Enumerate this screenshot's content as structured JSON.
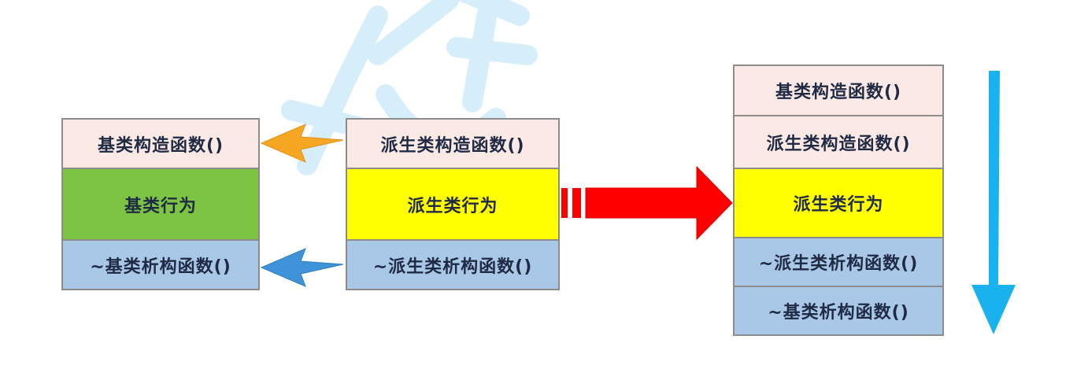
{
  "colors": {
    "pink": "#fbe9e5",
    "green": "#7cc442",
    "yellow": "#ffff00",
    "blue": "#a9c7e7",
    "orange_arrow": "#f5a623",
    "blue_arrow": "#3e93d8",
    "red_arrow": "#ff0000",
    "down_arrow": "#19b2ee"
  },
  "watermark": {
    "text": "比特"
  },
  "base_class": {
    "constructor": "基类构造函数()",
    "behavior": "基类行为",
    "destructor": "~基类析构函数()"
  },
  "derived_class": {
    "constructor": "派生类构造函数()",
    "behavior": "派生类行为",
    "destructor": "~派生类析构函数()"
  },
  "execution_order": [
    "基类构造函数()",
    "派生类构造函数()",
    "派生类行为",
    "~派生类析构函数()",
    "~基类析构函数()"
  ],
  "icons": {
    "to_base_constructor": "left-arrow-orange-icon",
    "to_base_destructor": "left-arrow-blue-icon",
    "expands_to": "right-arrow-red-icon",
    "order_direction": "down-arrow-icon"
  }
}
